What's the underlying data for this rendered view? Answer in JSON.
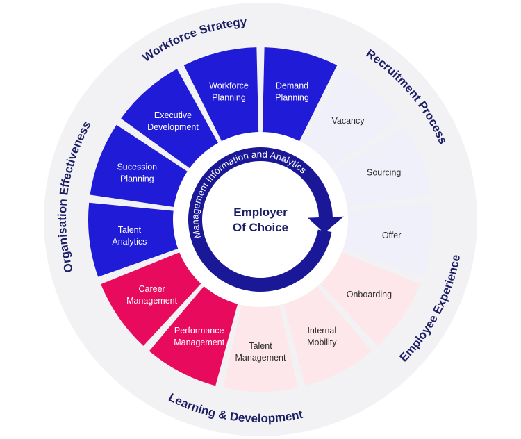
{
  "center": {
    "line1": "Employer",
    "line2": "Of Choice",
    "ring_text": "Management Information and Analytics"
  },
  "colors": {
    "outer_ring": "#f2f2f4",
    "blue": "#1f1bd6",
    "light_blue": "#f0f0fb",
    "pink": "#e80a5c",
    "light_pink": "#fde7ea",
    "navy": "#1d1f66",
    "arrow": "#1a1896"
  },
  "categories": {
    "workforce_strategy": "Workforce Strategy",
    "recruitment_process": "Recruitment Process",
    "employee_experience": "Employee Experience",
    "learning_development": "Learning & Development",
    "organisation_effectiveness": "Organisation Effectiveness"
  },
  "segments": [
    {
      "line1": "Demand",
      "line2": "Planning",
      "tone": "blue"
    },
    {
      "line1": "Vacancy",
      "line2": "",
      "tone": "light_blue"
    },
    {
      "line1": "Sourcing",
      "line2": "",
      "tone": "light_blue"
    },
    {
      "line1": "Offer",
      "line2": "",
      "tone": "light_blue"
    },
    {
      "line1": "Onboarding",
      "line2": "",
      "tone": "light_pink"
    },
    {
      "line1": "Internal",
      "line2": "Mobility",
      "tone": "light_pink"
    },
    {
      "line1": "Talent",
      "line2": "Management",
      "tone": "light_pink"
    },
    {
      "line1": "Performance",
      "line2": "Management",
      "tone": "pink"
    },
    {
      "line1": "Career",
      "line2": "Management",
      "tone": "pink"
    },
    {
      "line1": "Talent",
      "line2": "Analytics",
      "tone": "blue"
    },
    {
      "line1": "Sucession",
      "line2": "Planning",
      "tone": "blue"
    },
    {
      "line1": "Executive",
      "line2": "Development",
      "tone": "blue"
    },
    {
      "line1": "Workforce",
      "line2": "Planning",
      "tone": "blue"
    }
  ]
}
